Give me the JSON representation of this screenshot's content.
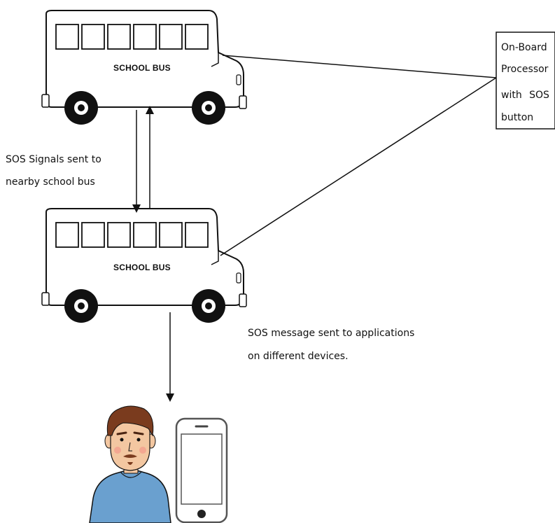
{
  "bus_top": {
    "label": "SCHOOL BUS"
  },
  "bus_bottom": {
    "label": "SCHOOL BUS"
  },
  "processor": {
    "lines": [
      "On-Board",
      "Processor",
      "with SOS",
      "button"
    ]
  },
  "sos_nearby": {
    "line1": "SOS Signals sent to",
    "line2": "nearby school bus"
  },
  "sos_apps": {
    "line1": "SOS message sent to applications",
    "line2": "on different devices."
  },
  "colors": {
    "bus_body": "#ffffff",
    "outline": "#111111",
    "shirt": "#6aa0cf",
    "hair": "#7a3b1e",
    "skin": "#f3c7a1"
  }
}
